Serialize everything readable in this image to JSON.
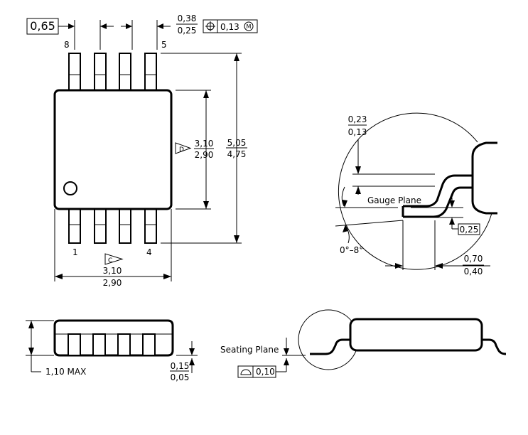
{
  "pitch": "0,65",
  "lead_width_max": "0,38",
  "lead_width_min": "0,25",
  "position_tolerance": "0,13",
  "mmc_symbol": "M",
  "pin_numbers": {
    "p8": "8",
    "p5": "5",
    "p1": "1",
    "p4": "4"
  },
  "body_width_max": "3,10",
  "body_width_min": "2,90",
  "datum_d": "D",
  "overall_width_max": "5,05",
  "overall_width_min": "4,75",
  "body_length_max": "3,10",
  "body_length_min": "2,90",
  "datum_c": "C",
  "lead_thickness_max": "0,23",
  "lead_thickness_min": "0,13",
  "gauge_plane_label": "Gauge Plane",
  "gauge_height": "0,25",
  "angle_range": "0°–8°",
  "foot_length_max": "0,70",
  "foot_length_min": "0,40",
  "height_max": "1,10 MAX",
  "standoff_max": "0,15",
  "standoff_min": "0,05",
  "seating_plane_label": "Seating Plane",
  "coplanarity": "0,10"
}
